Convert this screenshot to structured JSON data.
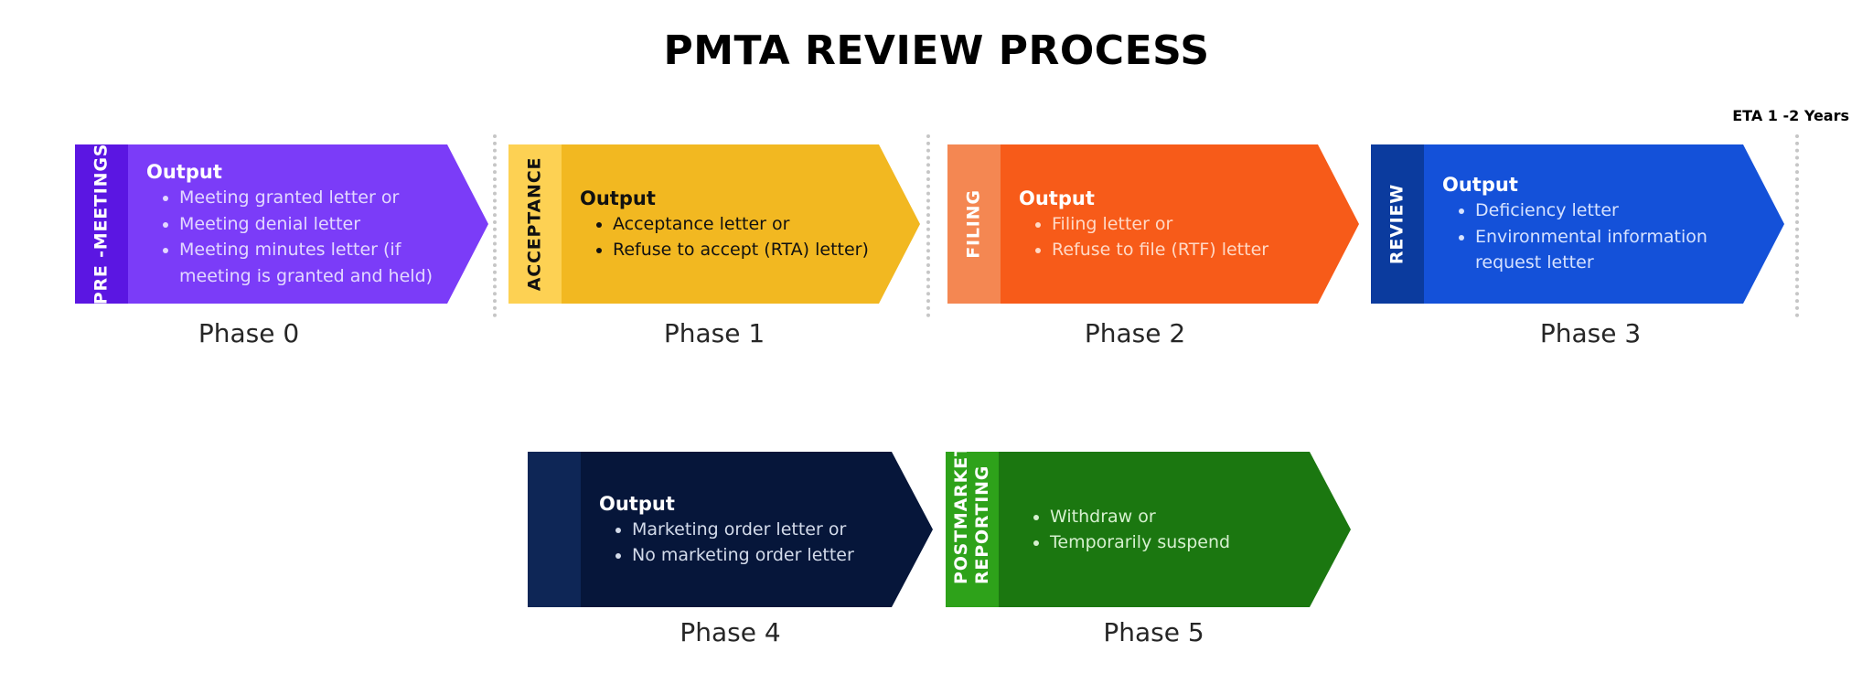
{
  "title": "PMTA REVIEW PROCESS",
  "eta_label": "ETA 1 -2 Years",
  "phases": [
    {
      "tab": "PRE -MEETINGS",
      "output_title": "Output",
      "items": [
        "Meeting granted letter or",
        "Meeting denial letter",
        "Meeting minutes letter (if meeting is granted and held)"
      ],
      "label": "Phase 0",
      "colors": {
        "body": "#7b3cf8",
        "tab": "#5b16e2",
        "text": "#ffffff",
        "item_text": "#e3d8ff"
      }
    },
    {
      "tab": "ACCEPTANCE",
      "output_title": "Output",
      "items": [
        "Acceptance letter or",
        "Refuse to accept (RTA) letter)"
      ],
      "label": "Phase 1",
      "colors": {
        "body": "#f2b821",
        "tab": "#fdd153",
        "text": "#111111",
        "item_text": "#111111"
      }
    },
    {
      "tab": "FILING",
      "output_title": "Output",
      "items": [
        "Filing letter or",
        "Refuse to file (RTF) letter"
      ],
      "label": "Phase 2",
      "colors": {
        "body": "#f75b19",
        "tab": "#f48752",
        "text": "#ffffff",
        "item_text": "#ffd9c6"
      }
    },
    {
      "tab": "REVIEW",
      "output_title": "Output",
      "items": [
        "Deficiency letter",
        "Environmental information request letter"
      ],
      "label": "Phase 3",
      "colors": {
        "body": "#1451d9",
        "tab": "#0b3b9e",
        "text": "#ffffff",
        "item_text": "#d6e2ff"
      }
    },
    {
      "tab": "",
      "output_title": "Output",
      "items": [
        "Marketing order letter or",
        "No marketing order letter"
      ],
      "label": "Phase 4",
      "colors": {
        "body": "#06163a",
        "tab": "#0e2656",
        "text": "#ffffff",
        "item_text": "#d3dbea"
      }
    },
    {
      "tab": "POSTMARKET REPORTING",
      "output_title": "",
      "items": [
        "Withdraw or",
        "Temporarily suspend"
      ],
      "label": "Phase 5",
      "colors": {
        "body": "#1b7710",
        "tab": "#2ea21a",
        "text": "#ffffff",
        "item_text": "#d6f0cf"
      }
    }
  ]
}
